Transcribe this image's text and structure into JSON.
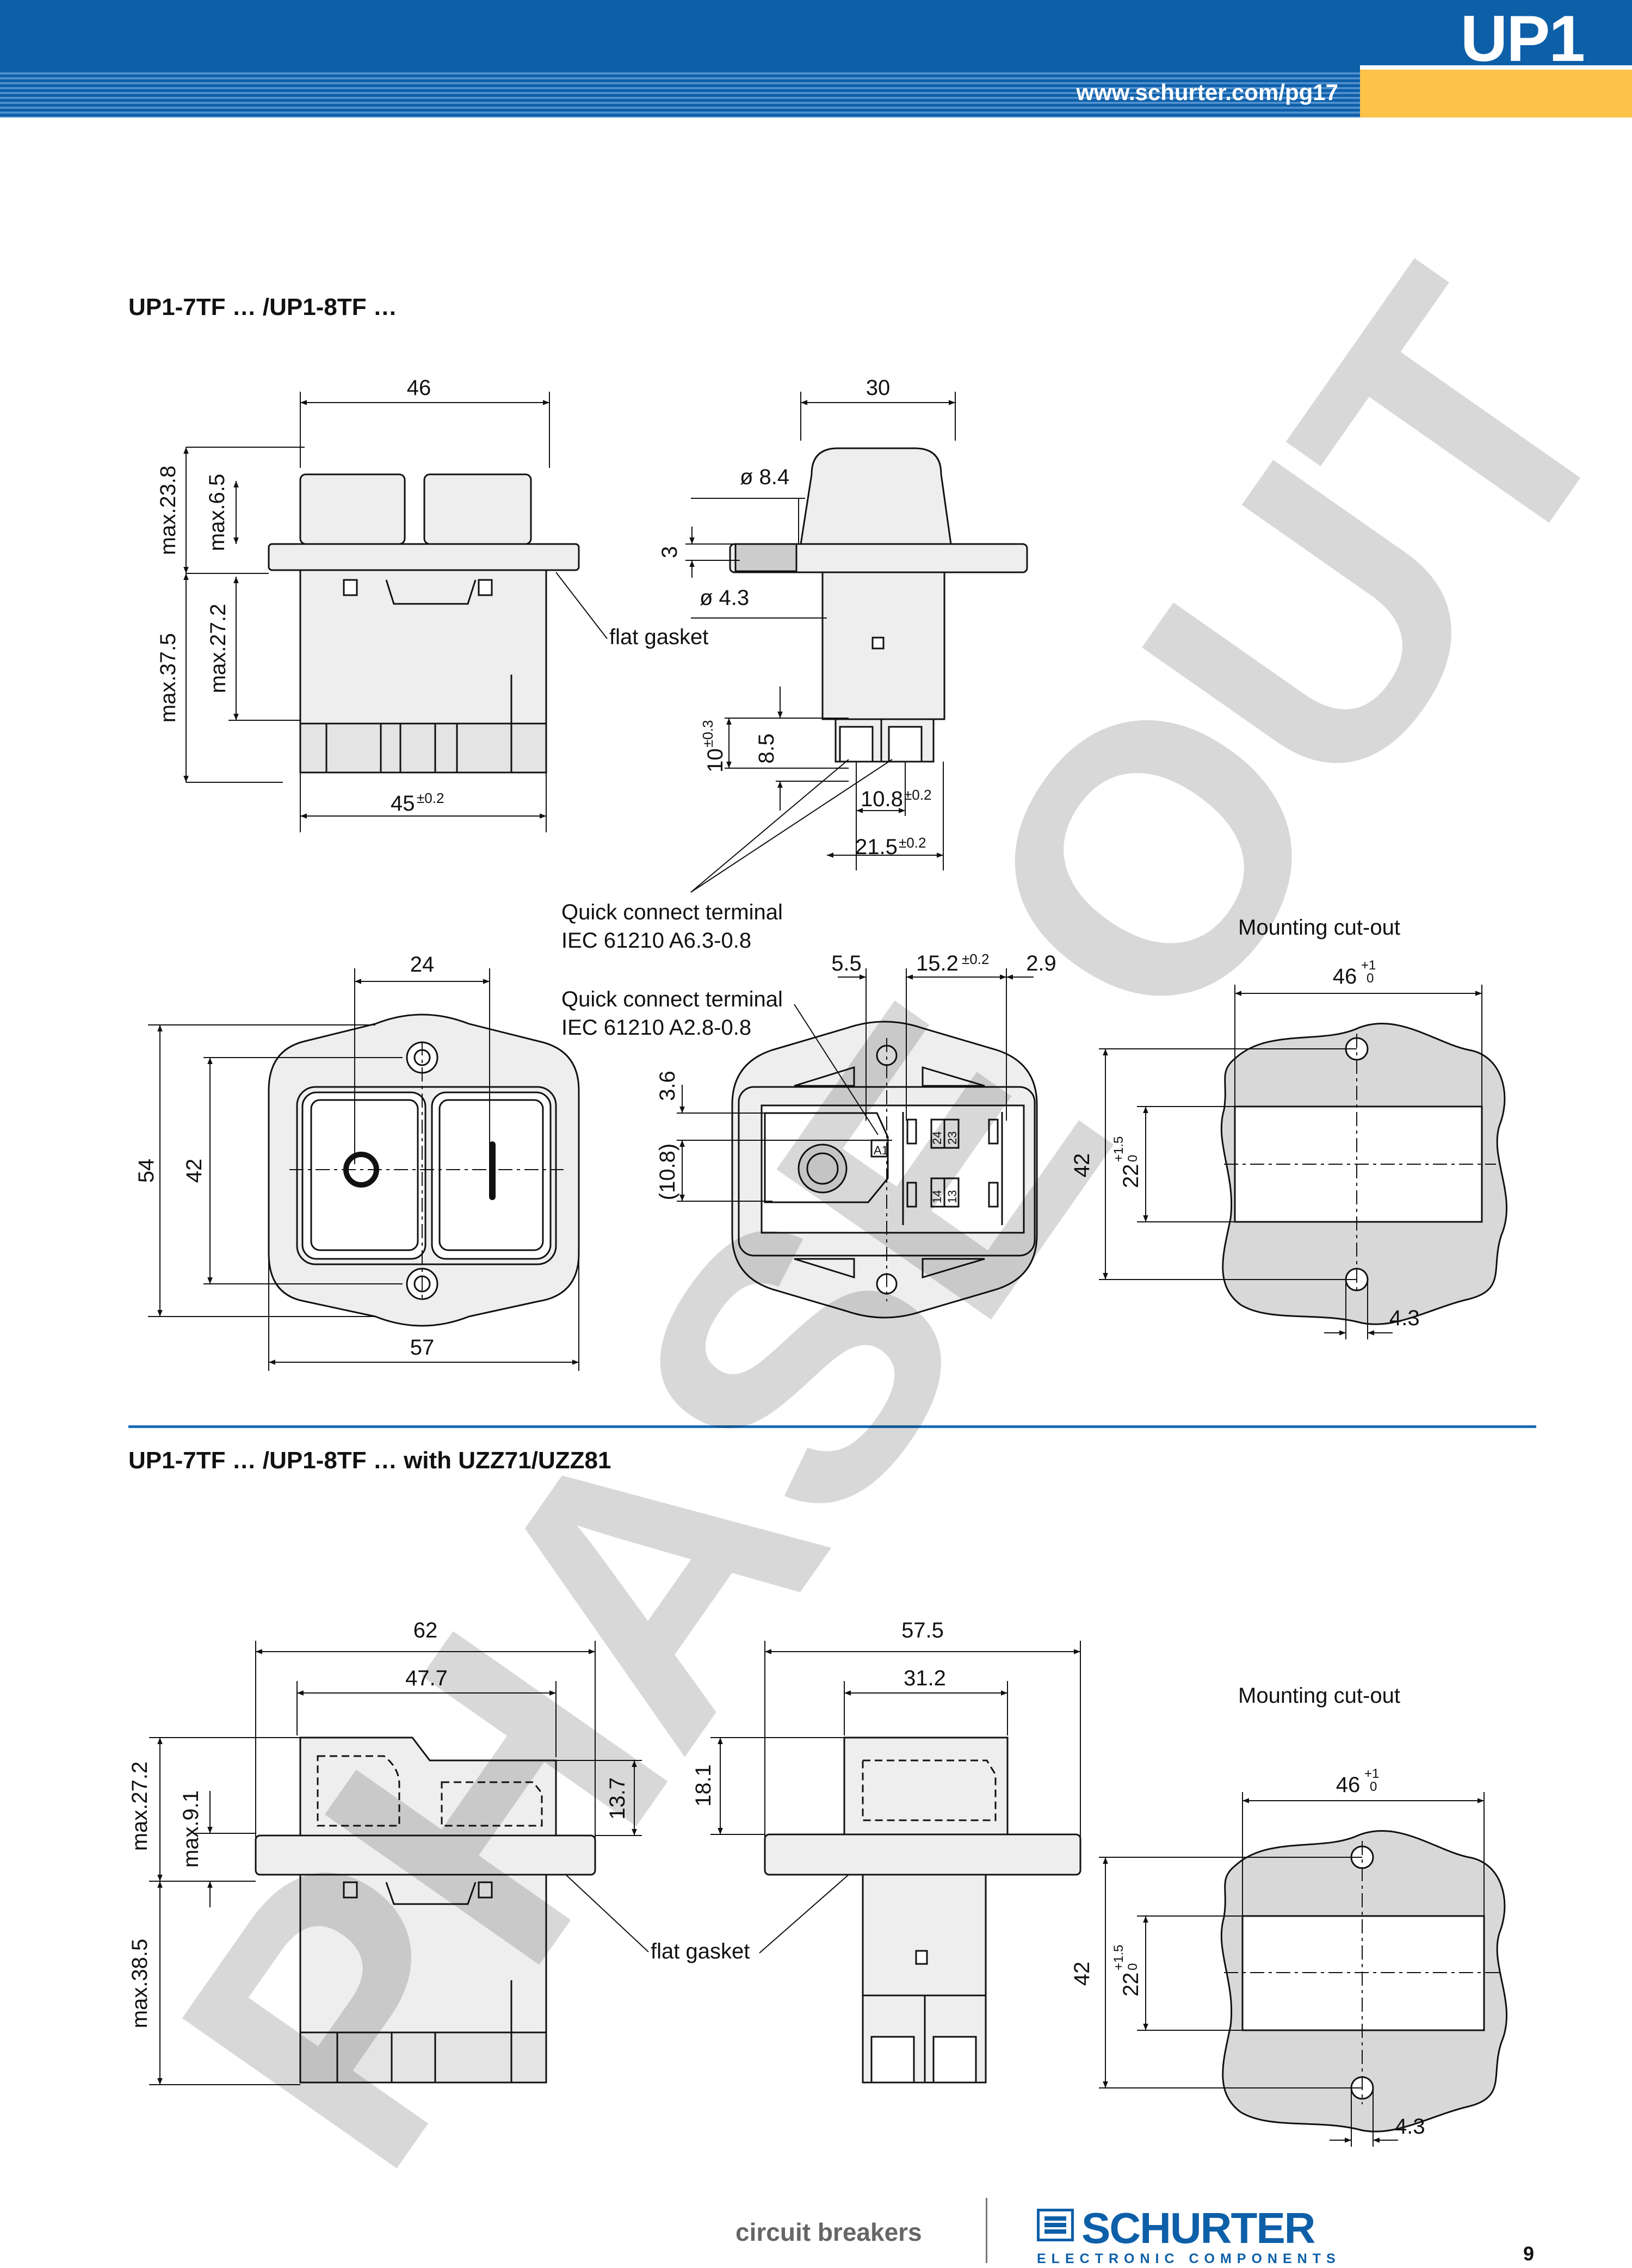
{
  "header": {
    "title": "UP1",
    "url": "www.schurter.com/pg17"
  },
  "section1": {
    "title": "UP1-7TF … /UP1-8TF …",
    "dims": {
      "w46": "46",
      "w30": "30",
      "d84": "ø 8.4",
      "d43": "ø 4.3",
      "v3": "3",
      "max238": "max.23.8",
      "max65": "max.6.5",
      "max375": "max.37.5",
      "max272": "max.27.2",
      "w45": "45",
      "w45tol": "±0.2",
      "flat_gasket": "flat gasket",
      "v10": "10",
      "v10tol": "±0.3",
      "v85": "8.5",
      "w108": "10.8",
      "w108tol": "±0.2",
      "w215": "21.5",
      "w215tol": "±0.2",
      "w24": "24",
      "h54": "54",
      "h42": "42",
      "w57": "57",
      "w55": "5.5",
      "w152": "15.2",
      "w152tol": "±0.2",
      "w29": "2.9",
      "v36": "3.6",
      "v108p": "(10.8)",
      "cut_w46": "46",
      "cut_w46_up": "+1",
      "cut_w46_lo": "0",
      "cut_h42": "42",
      "cut_h22": "22",
      "cut_h22_up": "+1.5",
      "cut_h22_lo": "0",
      "cut_43": "4.3"
    },
    "terminal1_line1": "Quick connect terminal",
    "terminal1_line2": "IEC 61210 A6.3-0.8",
    "terminal2_line1": "Quick connect terminal",
    "terminal2_line2": "IEC 61210 A2.8-0.8",
    "mounting_cutout": "Mounting cut-out",
    "pins": {
      "a1": "A1",
      "p24": "24",
      "p23": "23",
      "p14": "14",
      "p13": "13"
    }
  },
  "section2": {
    "title": "UP1-7TF … /UP1-8TF … with UZZ71/UZZ81",
    "dims": {
      "w62": "62",
      "w477": "47.7",
      "w575": "57.5",
      "w312": "31.2",
      "max272": "max.27.2",
      "max91": "max.9.1",
      "max385": "max.38.5",
      "h137": "13.7",
      "h181": "18.1",
      "flat_gasket": "flat gasket",
      "cut_w46": "46",
      "cut_w46_up": "+1",
      "cut_w46_lo": "0",
      "cut_h42": "42",
      "cut_h22": "22",
      "cut_h22_up": "+1.5",
      "cut_h22_lo": "0",
      "cut_43": "4.3"
    },
    "mounting_cutout": "Mounting cut-out"
  },
  "watermark": "PHASE OUT",
  "footer": {
    "category": "circuit breakers",
    "brand": "SCHURTER",
    "brand_sub": "ELECTRONIC COMPONENTS",
    "page": "9"
  },
  "colors": {
    "brand_blue": "#0d5fa8",
    "accent_yellow": "#fcc24a",
    "part_fill": "#eeeeee",
    "cutout_fill": "#d8d8d8"
  }
}
